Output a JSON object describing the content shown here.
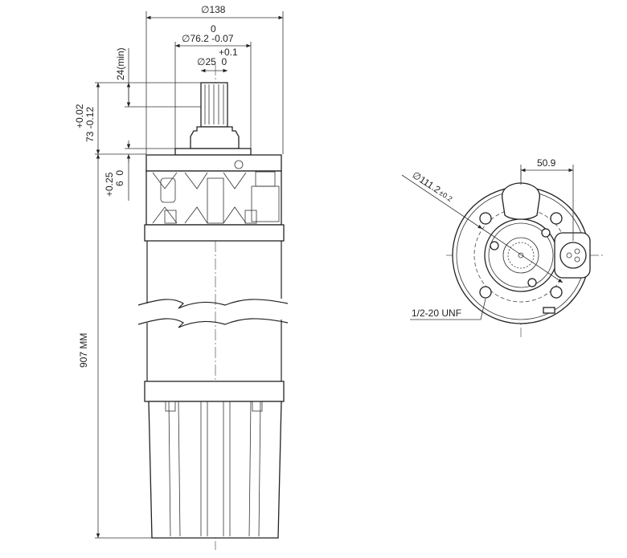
{
  "side_view": {
    "dia_outer": "∅138",
    "dia_flange_upper_tol": "0",
    "dia_flange": "∅76.2 -0.07",
    "dia_shaft_upper_tol": "+0.1",
    "dia_shaft": "∅25  0",
    "shaft_length": "24(min)",
    "height_upper_tol": "+0.02",
    "height": "73 -0.12",
    "pilot_upper_tol": "+0.25",
    "pilot": "6  0",
    "overall_length": "907 MM"
  },
  "end_view": {
    "bolt_circle": "∅111.2",
    "bolt_circle_tol": "±0.2",
    "offset": "50.9",
    "thread": "1/2-20 UNF"
  }
}
